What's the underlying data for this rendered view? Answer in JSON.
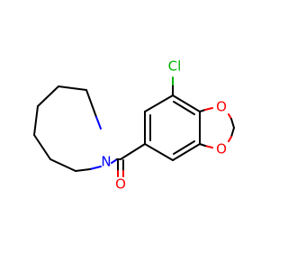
{
  "molecule": {
    "atoms": [
      {
        "id": "N1",
        "symbol": "N",
        "color": "#0000ff"
      },
      {
        "id": "O_carbonyl",
        "symbol": "O",
        "color": "#ff0000"
      },
      {
        "id": "O_ring_top",
        "symbol": "O",
        "color": "#ff0000"
      },
      {
        "id": "O_ring_bottom",
        "symbol": "O",
        "color": "#ff0000"
      },
      {
        "id": "Cl1",
        "symbol": "Cl",
        "color": "#00b400"
      }
    ]
  },
  "colors": {
    "bond": "#000000",
    "oxygen": "#ff0000",
    "nitrogen": "#0000ff",
    "chlorine": "#00b400",
    "background": "#ffffff"
  }
}
